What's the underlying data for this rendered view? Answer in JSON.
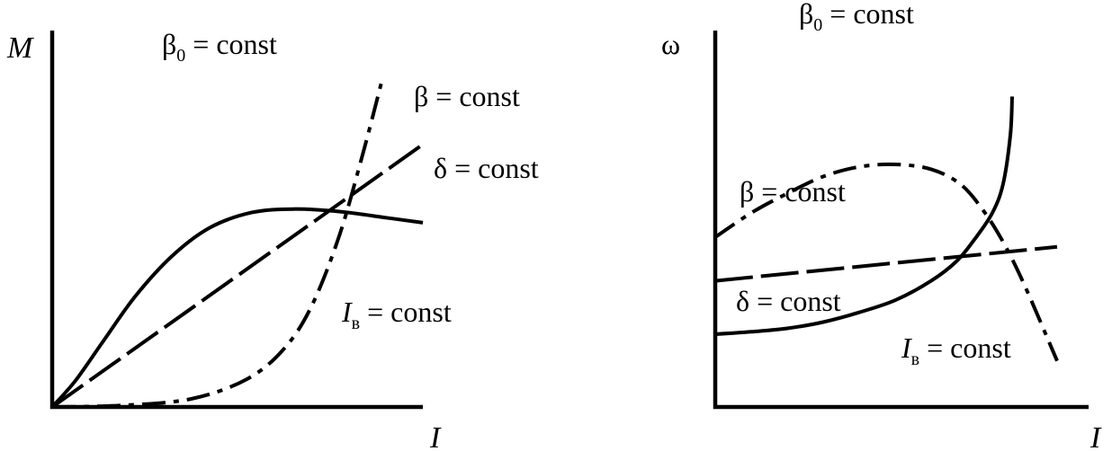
{
  "chart_data": [
    {
      "type": "line",
      "xlabel": "I",
      "ylabel": "M",
      "labels": {
        "beta0": {
          "sym": "β",
          "sub": "0",
          "rest": " = const"
        },
        "beta": "β = const",
        "delta": "δ = const",
        "iv": {
          "sym": "I",
          "sub": "в",
          "rest": " = const"
        }
      },
      "series": [
        {
          "id": "delta",
          "style": "solid",
          "x": [
            0,
            0.5,
            1.1,
            1.8,
            2.6,
            3.4,
            4.3,
            5.2,
            6.2,
            7.2,
            8.0
          ],
          "y": [
            0,
            0.52,
            1.3,
            2.2,
            3.0,
            3.55,
            3.85,
            3.92,
            3.87,
            3.75,
            3.65
          ]
        },
        {
          "id": "beta",
          "style": "dashed",
          "x": [
            0,
            8.0
          ],
          "y": [
            0,
            5.2
          ]
        },
        {
          "id": "beta0",
          "style": "dashdot",
          "x": [
            0,
            1.5,
            3.0,
            4.2,
            5.0,
            5.6,
            6.2,
            6.7,
            7.1
          ],
          "y": [
            0,
            0.03,
            0.16,
            0.55,
            1.15,
            2.0,
            3.4,
            5.0,
            6.4
          ]
        }
      ]
    },
    {
      "type": "line",
      "xlabel": "I",
      "ylabel": "ω",
      "labels": {
        "beta0": {
          "sym": "β",
          "sub": "0",
          "rest": " = const"
        },
        "beta": "β = const",
        "delta": "δ = const",
        "iv": {
          "sym": "I",
          "sub": "в",
          "rest": " = const"
        }
      },
      "series": [
        {
          "id": "delta",
          "style": "solid",
          "x": [
            0,
            1.0,
            2.0,
            3.0,
            4.0,
            5.0,
            6.0,
            6.7,
            7.2,
            7.7,
            8.0,
            8.2,
            8.25
          ],
          "y": [
            1.5,
            1.55,
            1.62,
            1.75,
            1.95,
            2.2,
            2.6,
            3.0,
            3.45,
            4.0,
            4.6,
            5.6,
            6.4
          ]
        },
        {
          "id": "beta",
          "style": "dashed",
          "x": [
            0,
            9.5
          ],
          "y": [
            2.6,
            3.3
          ]
        },
        {
          "id": "beta0",
          "style": "dashdot",
          "x": [
            0,
            1.0,
            2.0,
            3.0,
            4.0,
            5.0,
            6.0,
            6.8,
            7.4,
            8.0,
            8.6,
            9.5
          ],
          "y": [
            3.5,
            4.0,
            4.4,
            4.75,
            4.95,
            5.0,
            4.9,
            4.6,
            4.1,
            3.4,
            2.5,
            0.95
          ]
        }
      ]
    }
  ]
}
